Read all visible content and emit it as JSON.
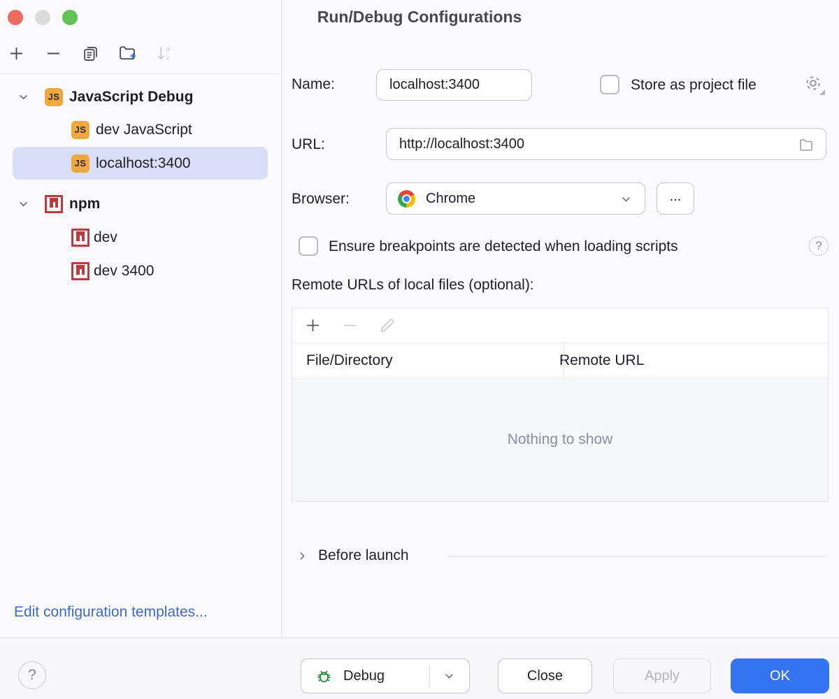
{
  "window": {
    "title": "Run/Debug Configurations"
  },
  "sidebar": {
    "toolbar_icons": [
      "add-icon",
      "remove-icon",
      "copy-icon",
      "new-folder-icon",
      "sort-az-icon"
    ],
    "tree": [
      {
        "label": "JavaScript Debug",
        "icon": "javascript",
        "group": true,
        "expanded": true
      },
      {
        "label": "dev JavaScript",
        "icon": "javascript"
      },
      {
        "label": "localhost:3400",
        "icon": "javascript",
        "selected": true
      },
      {
        "label": "npm",
        "icon": "npm",
        "group": true,
        "expanded": true
      },
      {
        "label": "dev",
        "icon": "npm"
      },
      {
        "label": "dev 3400",
        "icon": "npm"
      }
    ],
    "edit_templates_link": "Edit configuration templates..."
  },
  "form": {
    "name": {
      "label": "Name:",
      "value": "localhost:3400"
    },
    "store_as_project_file": {
      "label": "Store as project file",
      "checked": false
    },
    "url": {
      "label": "URL:",
      "value": "http://localhost:3400"
    },
    "browser": {
      "label": "Browser:",
      "value": "Chrome"
    },
    "more_button_label": "...",
    "ensure_breakpoints": {
      "label": "Ensure breakpoints are detected when loading scripts",
      "checked": false
    },
    "remote_urls_label": "Remote URLs of local files (optional):",
    "mappings_table": {
      "columns": [
        "File/Directory",
        "Remote URL"
      ],
      "rows": [],
      "empty_text": "Nothing to show"
    },
    "before_launch_label": "Before launch"
  },
  "footer": {
    "help_label": "?",
    "debug_label": "Debug",
    "close_label": "Close",
    "apply_label": "Apply",
    "ok_label": "OK"
  },
  "colors": {
    "accent": "#3574F0",
    "tree_selection": "#D9DFF7",
    "link": "#3C67CB",
    "js_icon": "#F0A73B",
    "npm_icon": "#BF3A3E",
    "debug_green": "#1F8038"
  }
}
